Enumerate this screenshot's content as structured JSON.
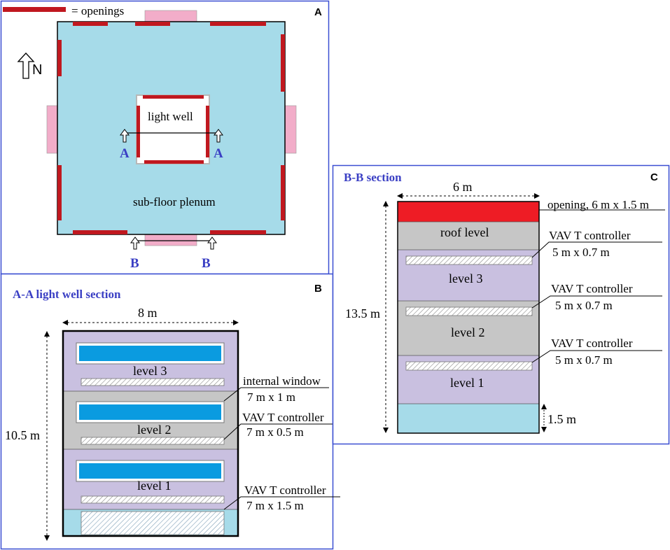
{
  "colors": {
    "panel_border": "#3b4fd1",
    "plenum": "#a6dbe9",
    "opening": "#c0181f",
    "pink": "#f2adc9",
    "level_purple": "#c9c0e0",
    "level_grey": "#c6c6c6",
    "window_blue": "#0a9be0",
    "roof_red": "#ee1c25"
  },
  "legend": {
    "label": "= openings"
  },
  "panelA": {
    "id": "A",
    "north_label": "N",
    "light_well": "light well",
    "plenum_label": "sub-floor plenum",
    "section_marker_a": "A",
    "section_marker_b": "B"
  },
  "panelB": {
    "id": "B",
    "title": "A-A light well section",
    "width_label": "8 m",
    "height_label": "10.5 m",
    "levels": [
      "level 3",
      "level 2",
      "level 1"
    ],
    "callouts": [
      {
        "line1": "internal window",
        "line2": "7 m x 1 m"
      },
      {
        "line1": "VAV T controller",
        "line2": "7 m x 0.5 m"
      },
      {
        "line1": "VAV T controller",
        "line2": "7 m x 1.5 m"
      }
    ]
  },
  "panelC": {
    "id": "C",
    "title": "B-B section",
    "width_label": "6 m",
    "height_label": "13.5 m",
    "roof_label": "roof level",
    "levels": [
      "level 3",
      "level 2",
      "level 1"
    ],
    "opening_label": "opening, 6 m x 1.5 m",
    "plenum_height_label": "1.5 m",
    "callouts": [
      {
        "line1": "VAV T controller",
        "line2": "5 m x 0.7 m"
      },
      {
        "line1": "VAV T controller",
        "line2": "5 m x 0.7 m"
      },
      {
        "line1": "VAV T controller",
        "line2": "5 m x 0.7 m"
      }
    ]
  }
}
